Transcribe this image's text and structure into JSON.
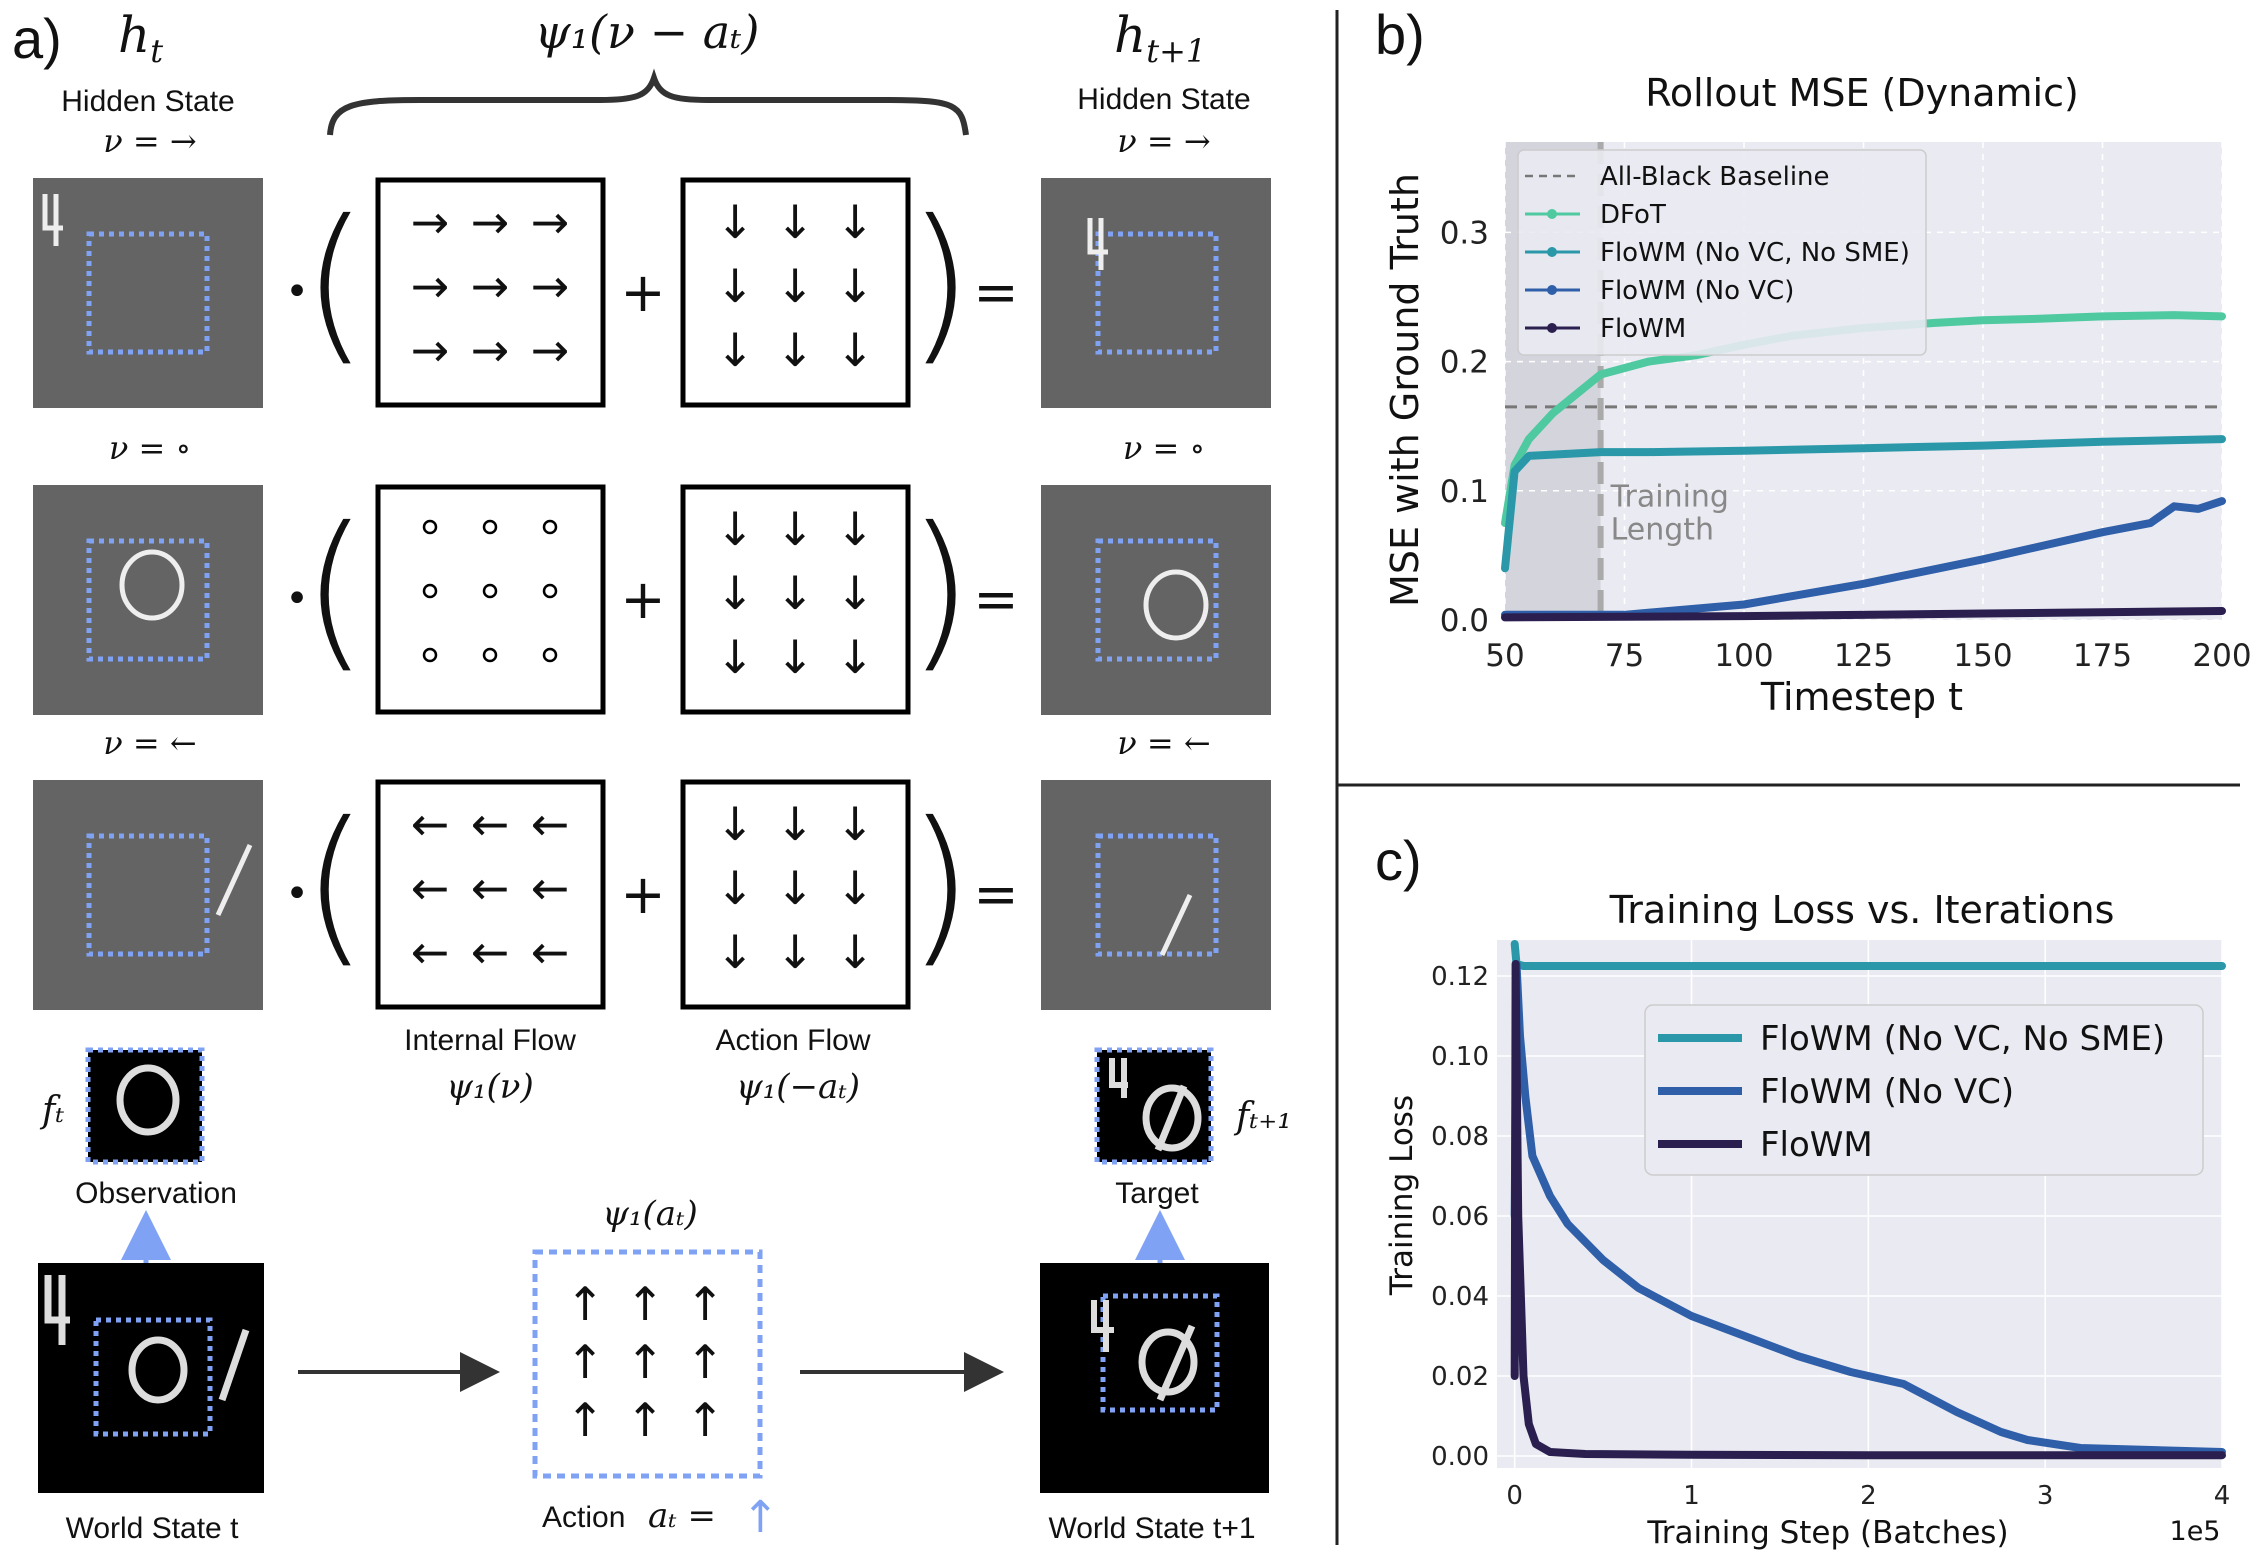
{
  "panel_a": {
    "letter": "a)",
    "h_t": "h",
    "h_t_sub": "t",
    "h_t1": "h",
    "h_t1_sub": "t+1",
    "psi_header": "ψ₁(ν − aₜ)",
    "hidden_state_left": "Hidden State",
    "hidden_state_right": "Hidden State",
    "rows": [
      {
        "nu_label": "ν = →",
        "internal_arrow": "→",
        "action_arrow": "↓",
        "digit": "4"
      },
      {
        "nu_label": "ν = ∘",
        "internal_arrow": "∘",
        "action_arrow": "↓",
        "digit": "0"
      },
      {
        "nu_label": "ν = ←",
        "internal_arrow": "←",
        "action_arrow": "↓",
        "digit": "1"
      }
    ],
    "dot_op": "•",
    "plus_op": "+",
    "equals_op": "=",
    "internal_flow_label": "Internal Flow",
    "internal_flow_math": "ψ₁(ν)",
    "action_flow_label": "Action Flow",
    "action_flow_math": "ψ₁(−aₜ)",
    "f_t": "fₜ",
    "f_t1": "fₜ₊₁",
    "observation_label": "Observation",
    "target_label": "Target",
    "psi_at": "ψ₁(aₜ)",
    "action_grid_arrow": "↑",
    "action_label": "Action",
    "action_eq": "aₜ =",
    "action_arrow_value": "↑",
    "world_state_t": "World State t",
    "world_state_t1": "World State t+1",
    "colors": {
      "dotted_box": "#7fa2f5",
      "tile_gray": "#646464",
      "black_tile": "#000000"
    }
  },
  "panel_b": {
    "letter": "b)",
    "chart_data": {
      "type": "line",
      "title": "Rollout MSE (Dynamic)",
      "xlabel": "Timestep t",
      "ylabel": "MSE with Ground Truth",
      "xlim": [
        50,
        200
      ],
      "ylim": [
        0,
        0.37
      ],
      "xticks": [
        "50",
        "75",
        "100",
        "125",
        "150",
        "175",
        "200"
      ],
      "yticks": [
        "0.0",
        "0.1",
        "0.2",
        "0.3"
      ],
      "grid": true,
      "legend_position": "top-left",
      "annotation": {
        "line1": "Training",
        "line2": "Length",
        "x": 70
      },
      "baseline": {
        "name": "All-Black Baseline",
        "value": 0.165,
        "color": "#777777"
      },
      "series": [
        {
          "name": "DFoT",
          "color": "#4ec9a0",
          "x": [
            50,
            52,
            55,
            60,
            65,
            70,
            80,
            90,
            100,
            110,
            125,
            140,
            150,
            160,
            175,
            190,
            200
          ],
          "y": [
            0.075,
            0.12,
            0.14,
            0.16,
            0.175,
            0.19,
            0.2,
            0.205,
            0.213,
            0.22,
            0.226,
            0.23,
            0.232,
            0.233,
            0.235,
            0.236,
            0.235
          ]
        },
        {
          "name": "FloWM (No VC, No SME)",
          "color": "#2a98a8",
          "x": [
            50,
            52,
            55,
            60,
            70,
            80,
            100,
            125,
            150,
            175,
            200
          ],
          "y": [
            0.04,
            0.115,
            0.127,
            0.128,
            0.13,
            0.13,
            0.131,
            0.133,
            0.135,
            0.138,
            0.14
          ]
        },
        {
          "name": "FloWM (No VC)",
          "color": "#2f5fa8",
          "x": [
            50,
            75,
            100,
            125,
            150,
            175,
            185,
            190,
            195,
            200
          ],
          "y": [
            0.004,
            0.004,
            0.012,
            0.028,
            0.047,
            0.068,
            0.075,
            0.088,
            0.086,
            0.092
          ]
        },
        {
          "name": "FloWM",
          "color": "#2a1f4e",
          "x": [
            50,
            100,
            150,
            200
          ],
          "y": [
            0.002,
            0.003,
            0.005,
            0.007
          ]
        }
      ]
    }
  },
  "panel_c": {
    "letter": "c)",
    "chart_data": {
      "type": "line",
      "title": "Training Loss vs. Iterations",
      "xlabel": "Training Step (Batches)",
      "ylabel": "Training Loss",
      "x_multiplier": "1e5",
      "xlim": [
        -0.1,
        4
      ],
      "ylim": [
        -0.003,
        0.129
      ],
      "xticks": [
        "0",
        "1",
        "2",
        "3",
        "4"
      ],
      "yticks": [
        "0.00",
        "0.02",
        "0.04",
        "0.06",
        "0.08",
        "0.10",
        "0.12"
      ],
      "grid": true,
      "legend_position": "upper-right",
      "series": [
        {
          "name": "FloWM (No VC, No SME)",
          "color": "#2a98a8",
          "x": [
            0,
            0.01,
            0.05,
            0.5,
            1,
            2,
            3,
            4
          ],
          "y": [
            0.128,
            0.123,
            0.1225,
            0.1225,
            0.1225,
            0.1225,
            0.1225,
            0.1225
          ]
        },
        {
          "name": "FloWM (No VC)",
          "color": "#2f5fa8",
          "x": [
            0,
            0.01,
            0.03,
            0.06,
            0.1,
            0.2,
            0.3,
            0.5,
            0.7,
            1.0,
            1.3,
            1.6,
            1.9,
            2.2,
            2.5,
            2.75,
            2.9,
            3.2,
            3.6,
            4.0
          ],
          "y": [
            0.06,
            0.123,
            0.105,
            0.09,
            0.075,
            0.065,
            0.058,
            0.049,
            0.042,
            0.035,
            0.03,
            0.025,
            0.021,
            0.018,
            0.011,
            0.006,
            0.004,
            0.002,
            0.0015,
            0.001
          ]
        },
        {
          "name": "FloWM",
          "color": "#2a1f4e",
          "x": [
            0,
            0.005,
            0.02,
            0.05,
            0.08,
            0.12,
            0.2,
            0.4,
            1,
            2,
            3,
            4
          ],
          "y": [
            0.02,
            0.123,
            0.06,
            0.02,
            0.008,
            0.003,
            0.001,
            0.0005,
            0.0003,
            0.0002,
            0.0002,
            0.0002
          ]
        }
      ]
    }
  }
}
